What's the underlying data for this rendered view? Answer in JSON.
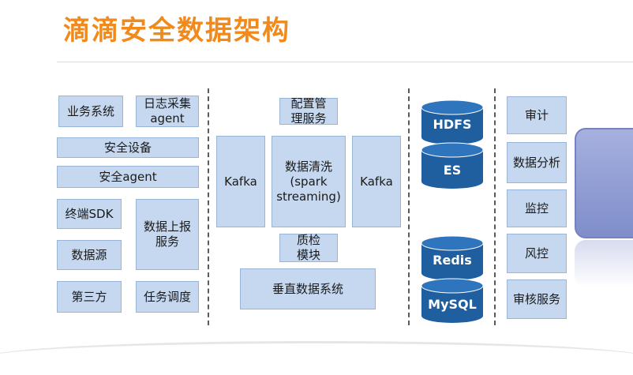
{
  "title": "滴滴安全数据架构",
  "left": {
    "business_system": "业务系统",
    "log_agent": "日志采集\nagent",
    "security_device": "安全设备",
    "security_agent": "安全agent",
    "terminal_sdk": "终端SDK",
    "data_report": "数据上报\n服务",
    "data_source": "数据源",
    "third_party": "第三方",
    "task_scheduling": "任务调度"
  },
  "middle": {
    "config_mgmt": "配置管\n理服务",
    "kafka_left": "Kafka",
    "data_cleaning": "数据清洗\n(spark\nstreaming)",
    "kafka_right": "Kafka",
    "quality_check": "质检\n模块",
    "vertical_data": "垂直数据系统"
  },
  "storage": {
    "hdfs": "HDFS",
    "es": "ES",
    "redis": "Redis",
    "mysql": "MySQL",
    "cylinder_color": "#1f5fa0"
  },
  "apps": {
    "audit": "审计",
    "data_analysis": "数据分析",
    "monitoring": "监控",
    "risk_control": "风控",
    "review_service": "审核服务"
  }
}
